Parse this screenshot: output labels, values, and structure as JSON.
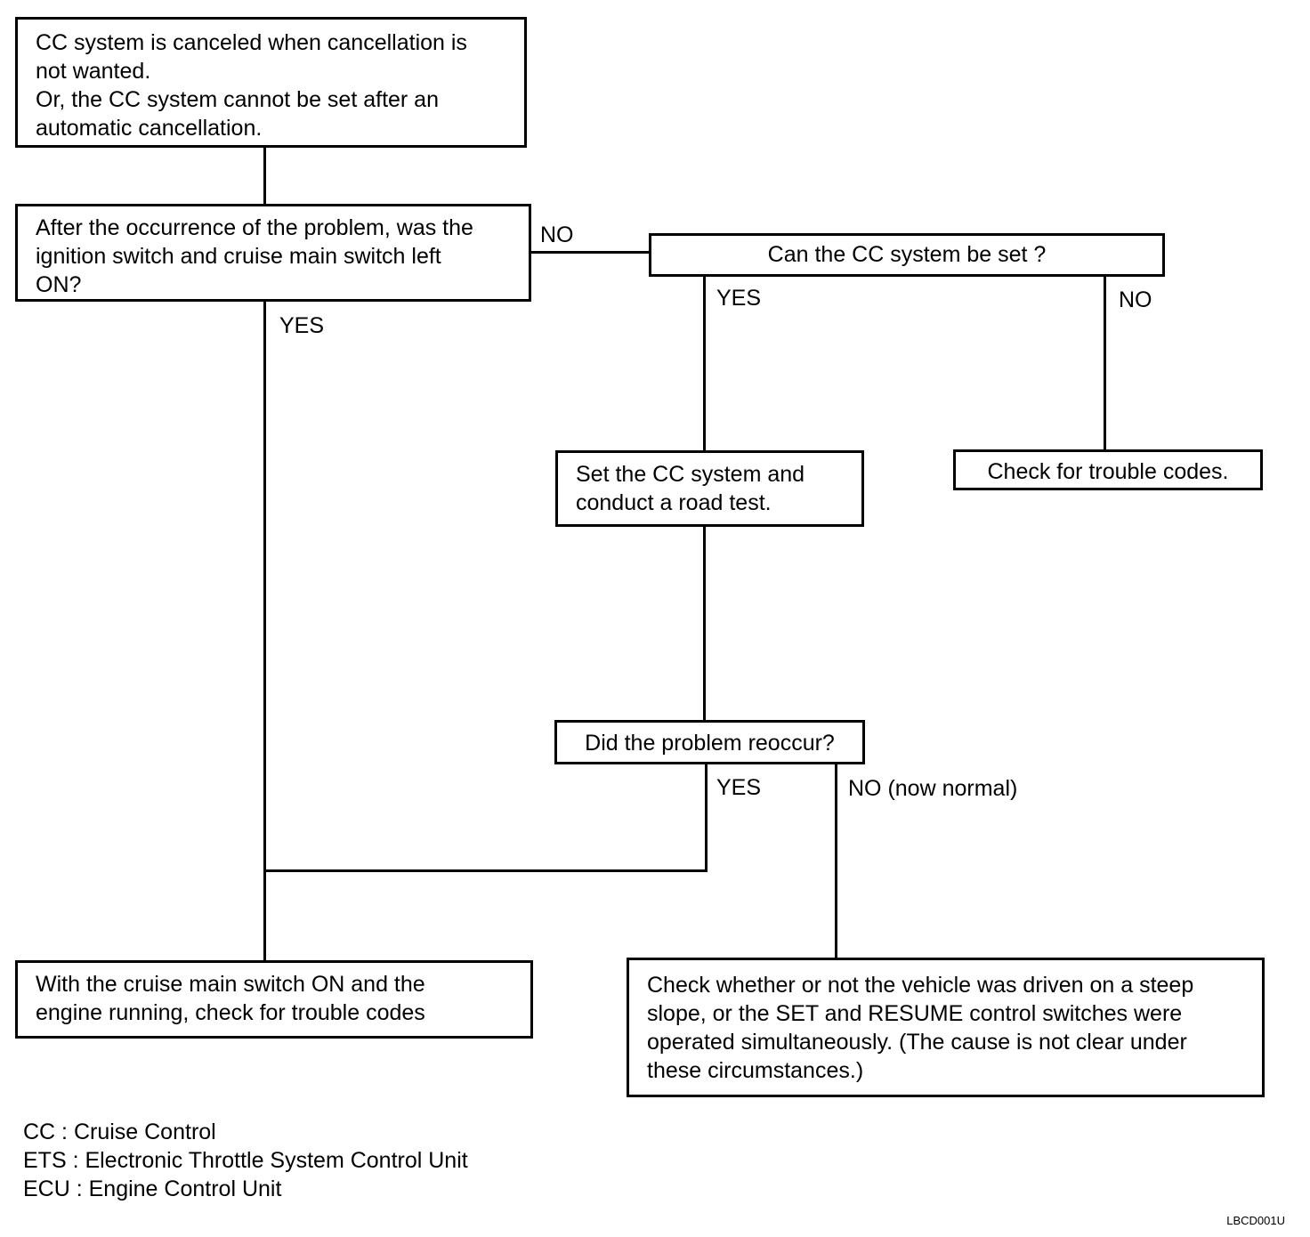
{
  "boxes": {
    "start": {
      "lines": [
        "CC system is canceled when cancellation is",
        "not wanted.",
        "Or, the CC system cannot be set after an",
        "automatic cancellation."
      ]
    },
    "q_ignition": {
      "lines": [
        "After the occurrence of the problem, was the",
        "ignition switch and cruise main switch left",
        "ON?"
      ]
    },
    "q_can_set": {
      "lines": [
        "Can the CC system be set ?"
      ]
    },
    "set_road_test": {
      "lines": [
        "Set the CC system and",
        "conduct a road test."
      ]
    },
    "check_codes": {
      "lines": [
        "Check for trouble codes."
      ]
    },
    "q_reoccur": {
      "lines": [
        "Did the problem reoccur?"
      ]
    },
    "main_switch_check": {
      "lines": [
        "With the cruise main switch ON and the",
        "engine running, check for trouble codes"
      ]
    },
    "steep_slope_check": {
      "lines": [
        "Check whether or not the vehicle was driven on a steep",
        "slope, or the SET and RESUME control switches were",
        "operated simultaneously. (The cause is not clear under",
        "these circumstances.)"
      ]
    }
  },
  "edge_labels": {
    "ignition_no": "NO",
    "ignition_yes": "YES",
    "can_set_yes": "YES",
    "can_set_no": "NO",
    "reoccur_yes": "YES",
    "reoccur_no": "NO (now normal)"
  },
  "legend": [
    "CC : Cruise Control",
    "ETS : Electronic Throttle System Control Unit",
    "ECU : Engine Control Unit"
  ],
  "figure_id": "LBCD001U"
}
